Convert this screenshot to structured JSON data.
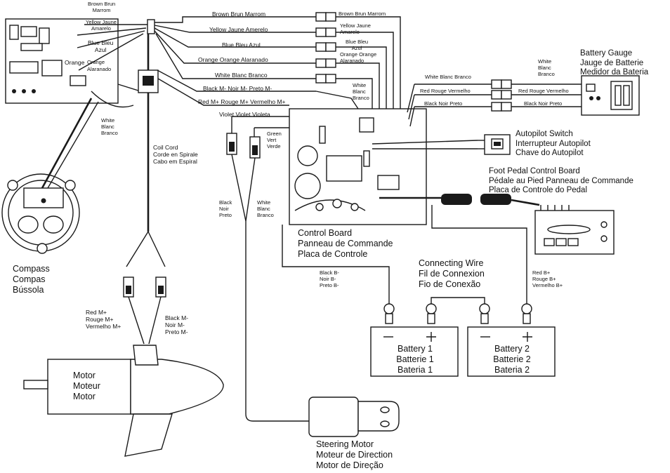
{
  "wires": {
    "brown_top": [
      "Brown Brun",
      "Marrom"
    ],
    "yellow_top": [
      "Yellow Jaune",
      "Amarelo"
    ],
    "blue_top": [
      "Blue Bleu",
      "Azul"
    ],
    "orange_top": [
      "Orange",
      "Alaranado"
    ],
    "white_compass": [
      "White",
      "Blanc",
      "Branco"
    ],
    "brown_mid": "Brown Brun Marrom",
    "yellow_mid": "Yellow Jaune Amerelo",
    "blue_mid": "Blue Bleu Azul",
    "orange_mid": "Orange Orange Alaranado",
    "white_mid": "White Blanc Branco",
    "black_mid": "Black M- Noir M- Preto M-",
    "red_mid": "Red M+ Rouge M+ Vermelho M+",
    "brown_right": "Brown Brun Marrom",
    "yellow_right": [
      "Yellow Jaune",
      "Amarelo"
    ],
    "blue_right": [
      "Blue Bleu",
      "Azul"
    ],
    "orange_right": [
      "Orange Orange",
      "Alaranado"
    ],
    "white_cb": [
      "White",
      "Blanc",
      "Branco"
    ],
    "violet": "Violet Violet Violeta",
    "green": [
      "Green",
      "Vert",
      "Verde"
    ],
    "black_steer": [
      "Black",
      "Noir",
      "Preto"
    ],
    "white_steer": [
      "White",
      "Blanc",
      "Branco"
    ],
    "white_gauge": "White Blanc Branco",
    "red_gauge": "Red Rouge Vermelho",
    "black_gauge": "Black Noir Preto",
    "white_gauge_r": [
      "White",
      "Blanc",
      "Branco"
    ],
    "red_gauge_r": "Red Rouge Vermelho",
    "black_gauge_r": "Black Noir Preto",
    "coil_cord": [
      "Coil Cord",
      "Corde en Spirale",
      "Cabo em Espiral"
    ],
    "red_motor": [
      "Red M+",
      "Rouge M+",
      "Vermelho M+"
    ],
    "black_motor": [
      "Black M-",
      "Noir M-",
      "Preto M-"
    ],
    "black_batt": [
      "Black B-",
      "Noir B-",
      "Preto B-"
    ],
    "red_batt": [
      "Red B+",
      "Rouge B+",
      "Vermelho B+"
    ]
  },
  "components": {
    "compass": [
      "Compass",
      "Compas",
      "Bússola"
    ],
    "battery_gauge": [
      "Battery Gauge",
      "Jauge de Batterie",
      "Medidor da Bateria"
    ],
    "autopilot_switch": [
      "Autopilot Switch",
      "Interrupteur Autopilot",
      "Chave do Autopilot"
    ],
    "foot_pedal": [
      "Foot Pedal Control Board",
      "Pédale au Pied Panneau de Commande",
      "Placa de Controle do Pedal"
    ],
    "control_board": [
      "Control Board",
      "Panneau de Commande",
      "Placa de Controle"
    ],
    "connecting_wire": [
      "Connecting Wire",
      "Fil de Connexion",
      "Fio de Conexão"
    ],
    "battery1": [
      "Battery 1",
      "Batterie 1",
      "Bateria 1"
    ],
    "battery2": [
      "Battery 2",
      "Batterie 2",
      "Bateria 2"
    ],
    "motor": [
      "Motor",
      "Moteur",
      "Motor"
    ],
    "steering_motor": [
      "Steering Motor",
      "Moteur de Direction",
      "Motor de Direção"
    ]
  },
  "terminals": {
    "negative": "−",
    "positive": "+"
  }
}
